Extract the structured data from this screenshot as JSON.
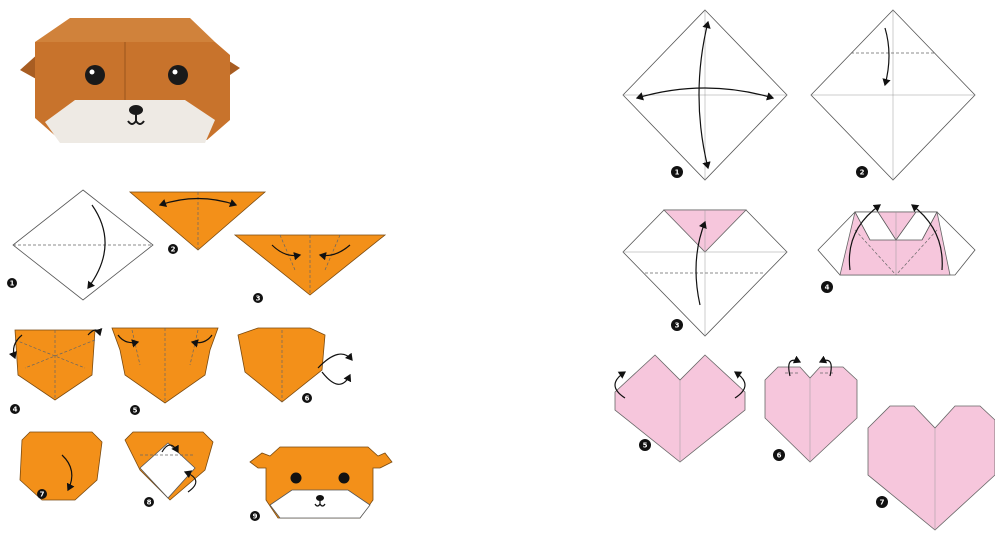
{
  "colors": {
    "dog_paper": "#f39019",
    "dog_photo": "#c8732c",
    "heart_paper": "#f6c6dc",
    "outline": "#555555"
  },
  "dog_diagram": {
    "steps": [
      "1",
      "2",
      "3",
      "4",
      "5",
      "6",
      "7",
      "8",
      "9"
    ]
  },
  "heart_diagram": {
    "steps": [
      "1",
      "2",
      "3",
      "4",
      "5",
      "6",
      "7"
    ]
  }
}
